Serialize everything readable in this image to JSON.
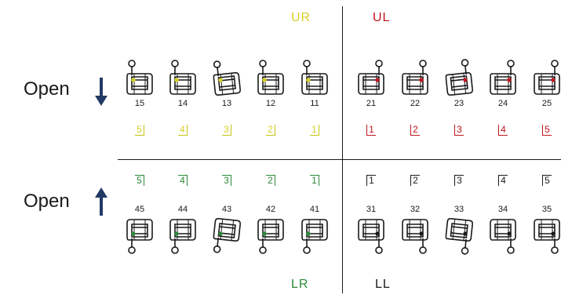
{
  "quadrants": {
    "ur": {
      "label": "UR",
      "color": "#d6cf26"
    },
    "ul": {
      "label": "UL",
      "color": "#c0141f"
    },
    "lr": {
      "label": "LR",
      "color": "#2a8a3a"
    },
    "ll": {
      "label": "LL",
      "color": "#1a1a1a"
    }
  },
  "open_upper": {
    "label": "Open",
    "arrow": "down-arrow-icon"
  },
  "open_lower": {
    "label": "Open",
    "arrow": "up-arrow-icon"
  },
  "arrow_color": "#233a66",
  "upper_right": {
    "numbers": [
      "15",
      "14",
      "13",
      "12",
      "11"
    ],
    "palmer": [
      "5",
      "4",
      "3",
      "2",
      "1"
    ]
  },
  "upper_left": {
    "numbers": [
      "21",
      "22",
      "23",
      "24",
      "25"
    ],
    "palmer": [
      "1",
      "2",
      "3",
      "4",
      "5"
    ]
  },
  "lower_right": {
    "numbers": [
      "45",
      "44",
      "43",
      "42",
      "41"
    ],
    "palmer": [
      "5",
      "4",
      "3",
      "2",
      "1"
    ]
  },
  "lower_left": {
    "numbers": [
      "31",
      "32",
      "33",
      "34",
      "35"
    ],
    "palmer": [
      "1",
      "2",
      "3",
      "4",
      "5"
    ]
  }
}
